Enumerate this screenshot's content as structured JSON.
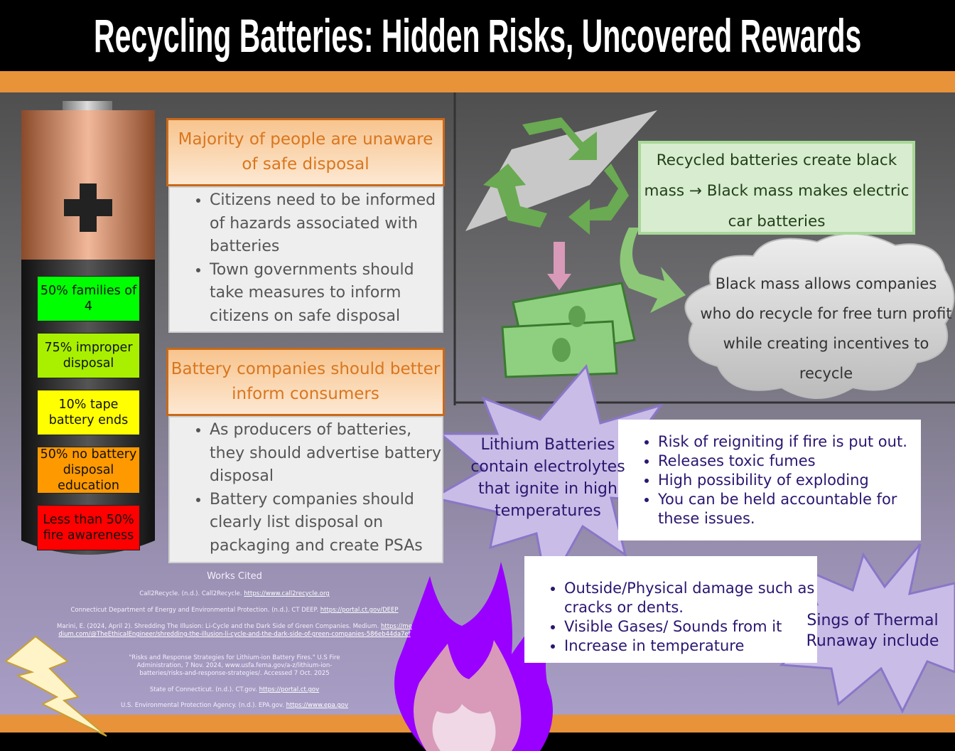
{
  "title": "Recycling Batteries: Hidden Risks, Uncovered Rewards",
  "battery_stats": [
    {
      "label": "50% families of 4",
      "color": "#00ff00"
    },
    {
      "label": "75% improper disposal",
      "color": "#a8f000"
    },
    {
      "label": "10% tape battery ends",
      "color": "#ffff00"
    },
    {
      "label": "50% no battery disposal education",
      "color": "#ff9900"
    },
    {
      "label": "Less than 50% fire awareness",
      "color": "#ff0000"
    }
  ],
  "section1": {
    "heading": "Majority of people are unaware of safe disposal",
    "bullets": [
      "Citizens need to be informed of hazards associated with batteries",
      "Town governments should take measures to inform citizens on safe disposal"
    ]
  },
  "section2": {
    "heading": "Battery companies should better inform consumers",
    "bullets": [
      "As producers of batteries, they should advertise battery disposal",
      "Battery companies should clearly list disposal on packaging and create PSAs"
    ]
  },
  "black_mass": "Recycled batteries create black mass → Black mass makes electric car batteries",
  "cloud": "Black mass allows companies who do recycle for free turn profit while creating incentives to recycle",
  "lithium": {
    "burst": "Lithium Batteries contain electrolytes that ignite in high temperatures",
    "bullets": [
      "Risk of reigniting if fire is put out.",
      "Releases toxic fumes",
      "High possibility of exploding",
      "You can be held accountable for these issues."
    ]
  },
  "thermal": {
    "burst": "Sings of Thermal Runaway include",
    "bullets": [
      "Outside/Physical damage such as cracks or dents.",
      "Visible Gases/ Sounds from it",
      "Increase in temperature"
    ]
  },
  "works_cited": {
    "heading": "Works Cited",
    "entries": [
      {
        "text": "Call2Recycle. (n.d.). Call2Recycle. ",
        "link": "https://www.call2recycle.org"
      },
      {
        "text": "Connecticut Department of Energy and Environmental Protection. (n.d.). CT DEEP. ",
        "link": "https://portal.ct.gov/DEEP"
      },
      {
        "text": "Marini, E. (2024, April 2). Shredding The Illusion: Li-Cycle and the Dark Side of Green Companies. Medium. ",
        "link": "https://medium.com/@TheEthicalEngineer/shredding-the-illusion-li-cycle-and-the-dark-side-of-green-companies-586eb44da7ef"
      },
      {
        "text": "\"Risks and Response Strategies for Lithium-ion Battery Fires.\" U.S Fire Administration, 7 Nov. 2024, www.usfa.fema.gov/a-z/lithium-ion-batteries/risks-and-response-strategies/. Accessed 7 Oct. 2025",
        "link": ""
      },
      {
        "text": "State of Connecticut. (n.d.). CT.gov. ",
        "link": "https://portal.ct.gov"
      },
      {
        "text": "U.S. Environmental Protection Agency. (n.d.). EPA.gov. ",
        "link": "https://www.epa.gov"
      }
    ]
  },
  "colors": {
    "orange": "#e8923a",
    "green": "#6aaa52",
    "purple": "#9900ff"
  }
}
